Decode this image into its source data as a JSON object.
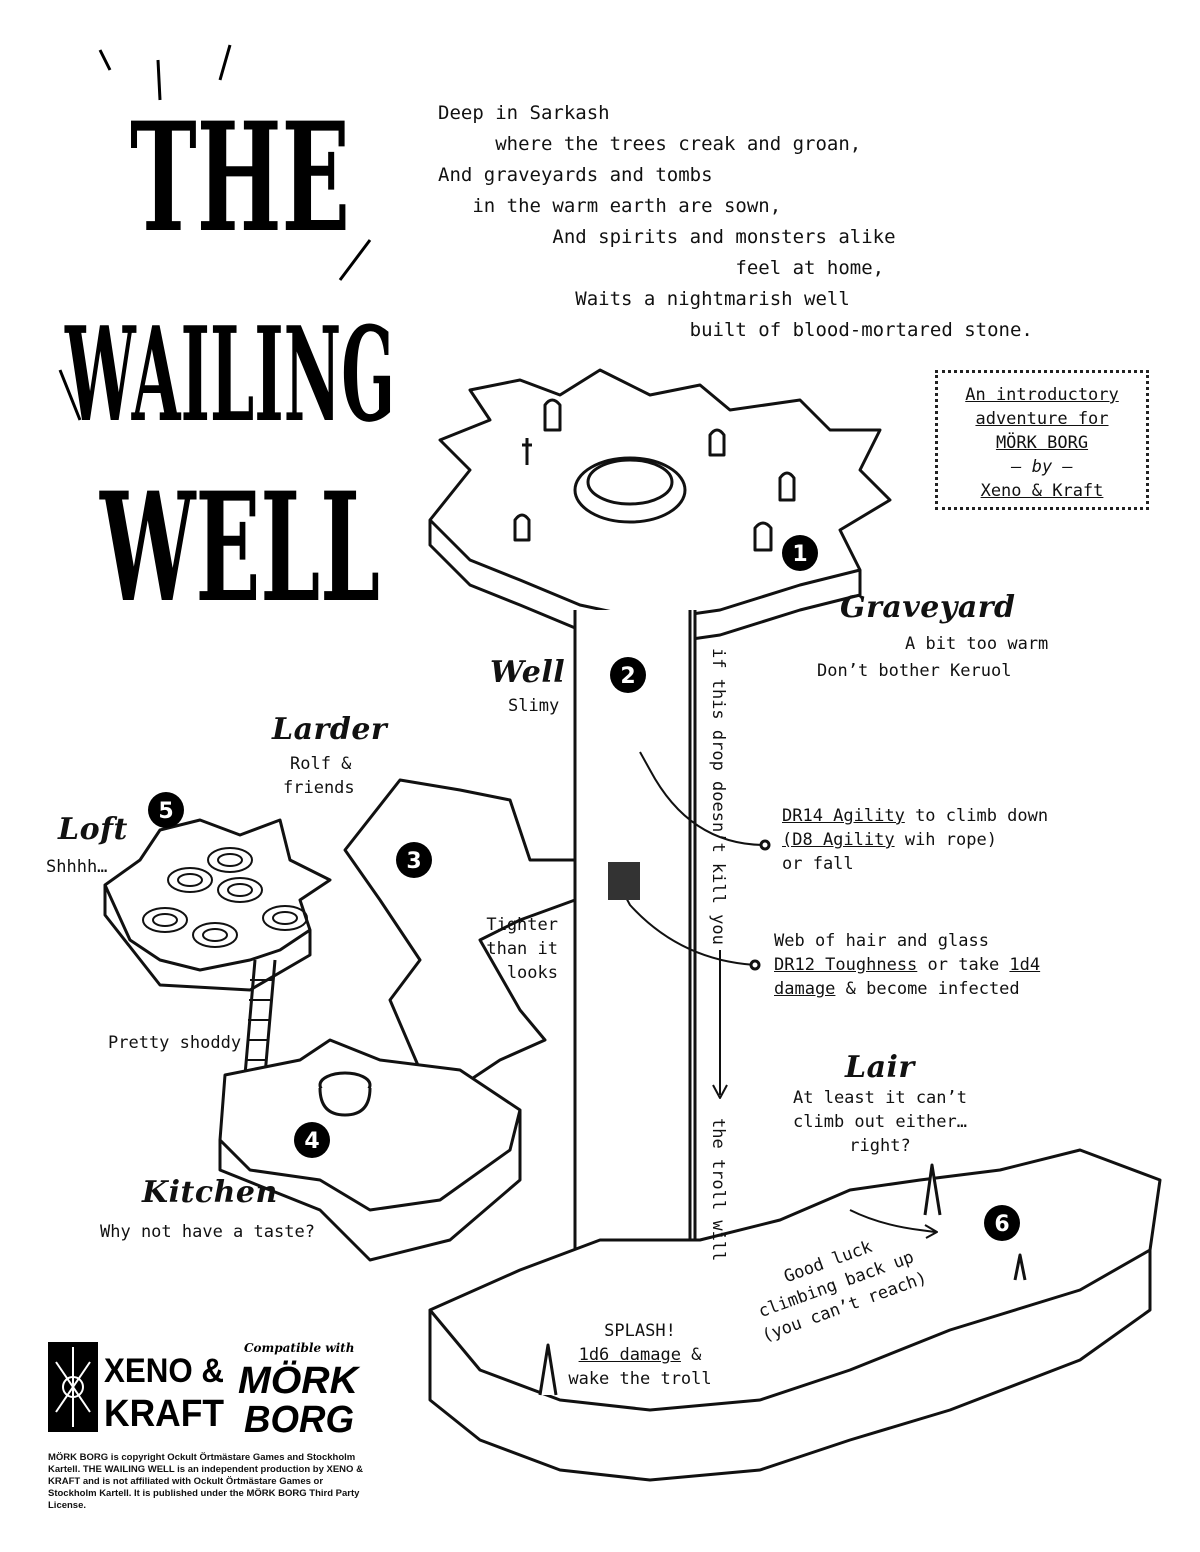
{
  "title": {
    "line1": "THE",
    "line2": "WAILING",
    "line3": "WELL"
  },
  "poem": [
    "Deep in Sarkash",
    "     where the trees creak and groan,",
    "And graveyards and tombs",
    "   in the warm earth are sown,",
    "          And spirits and monsters alike",
    "                          feel at home,",
    "            Waits a nightmarish well",
    "                      built of blood-mortared stone."
  ],
  "intro_box": {
    "line1": "An introductory",
    "line2": "adventure for",
    "line3": "MÖRK BORG",
    "line4": "– by –",
    "line5": "Xeno & Kraft"
  },
  "locations": {
    "graveyard": {
      "number": "1",
      "name": "Graveyard",
      "note1": "A bit too warm",
      "note2": "Don’t bother Keruol"
    },
    "well": {
      "number": "2",
      "name": "Well",
      "note": "Slimy"
    },
    "larder": {
      "number": "3",
      "name": "Larder",
      "note1": "Rolf &",
      "note2": "friends"
    },
    "kitchen": {
      "number": "4",
      "name": "Kitchen",
      "note": "Why not have a taste?"
    },
    "loft": {
      "number": "5",
      "name": "Loft",
      "note": "Shhhh…"
    },
    "lair": {
      "number": "6",
      "name": "Lair",
      "note1": "At least it can’t",
      "note2": "climb out either…",
      "note3": "right?"
    }
  },
  "annotations": {
    "tighter": [
      "Tighter",
      "than it",
      "looks"
    ],
    "shoddy": "Pretty shoddy",
    "drop_vertical": "if this drop doesn’t kill you",
    "troll_vertical": "the troll will",
    "climb1": "DR14 Agility",
    "climb1b": " to climb down",
    "climb2": "(D8 Agility",
    "climb2b": " wih rope)",
    "climb3": "or fall",
    "web1": "Web of hair and glass",
    "web2": "DR12 Toughness",
    "web2b": " or take ",
    "web2c": "1d4",
    "web3": "damage",
    "web3b": " & become infected",
    "splash1": "SPLASH!",
    "splash2": "1d6 damage",
    "splash2b": " &",
    "splash3": "wake the troll",
    "goodluck1": "Good luck",
    "goodluck2": "climbing back up",
    "goodluck3": "(you can’t reach)"
  },
  "logos": {
    "xeno": "XENO &",
    "kraft": "KRAFT",
    "compat": "Compatible with",
    "mork": "MÖRK",
    "borg": "BORG"
  },
  "legal": "MÖRK BORG is copyright Ockult Örtmästare Games and Stockholm Kartell. THE WAILING WELL is an independent production by XENO & KRAFT and is not affiliated with Ockult Örtmästare Games or Stockholm Kartell. It is published under the MÖRK BORG Third Party License."
}
